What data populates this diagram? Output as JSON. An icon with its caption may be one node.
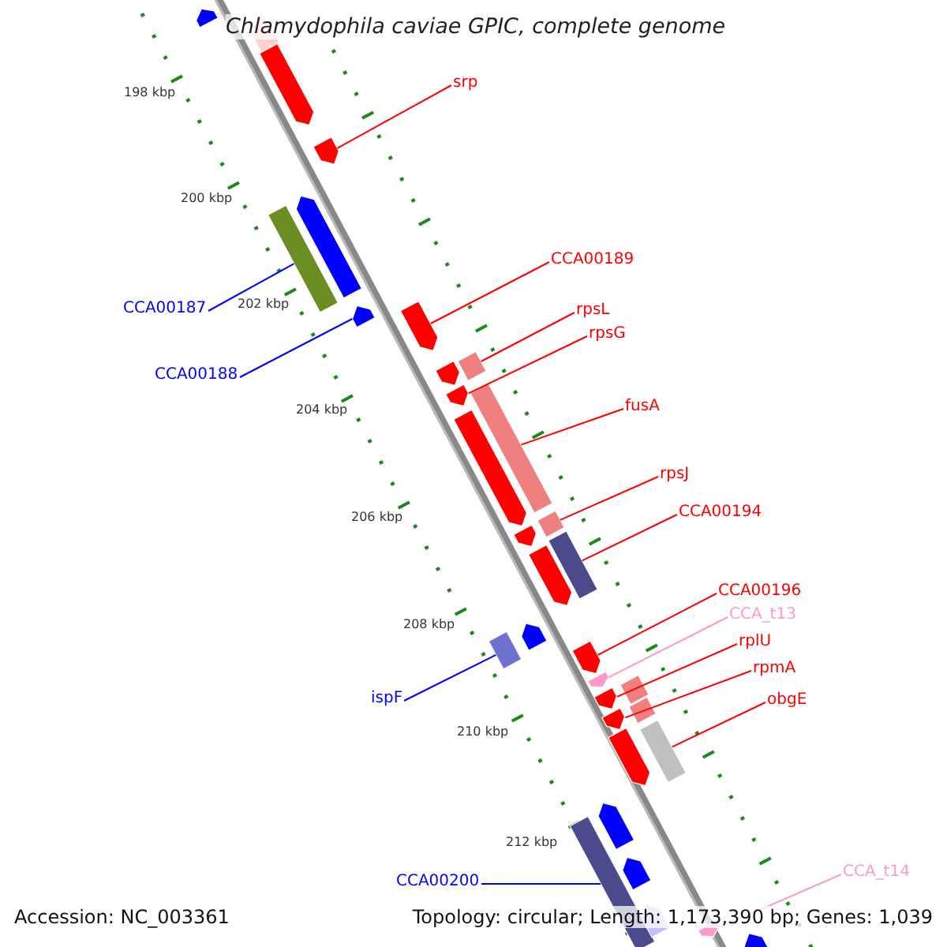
{
  "diagram": {
    "title": "Chlamydophila caviae GPIC, complete genome",
    "nodes": [
      {
        "text": [
          "srp"
        ]
      },
      {
        "text": [],
        "shape": "bar"
      },
      {
        "text": [
          "CCA00189"
        ]
      },
      {
        "text": [],
        "shape": "bar"
      },
      {
        "text": [
          "rpsL"
        ]
      },
      {
        "text": [],
        "shape": "bar"
      },
      {
        "text": [
          "rpsG"
        ]
      },
      {
        "text": [],
        "shape": "bar"
      },
      {
        "text": [
          "fusA"
        ]
      },
      {
        "text": [],
        "shape": "bar"
      },
      {
        "text": [
          "rpsJ"
        ]
      },
      {
        "text": [],
        "shape": "bar"
      },
      {
        "text": [
          "CCA00194"
        ]
      },
      {
        "text": [],
        "shape": "bar"
      },
      {
        "text": [
          "CCA00187"
        ]
      },
      {
        "text": [],
        "shape": "bar"
      },
      {
        "text": [
          "CCA00188"
        ]
      },
      {
        "text": [],
        "shape": "bar"
      },
      {
        "text": [
          "CCA00196"
        ]
      },
      {
        "text": [],
        "shape": "bar"
      },
      {
        "text": [
          "CCA_t13"
        ]
      },
      {
        "text": [],
        "shape": "bar"
      },
      {
        "text": [
          "rplU"
        ]
      },
      {
        "text": [],
        "shape": "bar"
      },
      {
        "text": [
          "rpmA"
        ]
      },
      {
        "text": [],
        "shape": "bar"
      },
      {
        "text": [
          "obgE"
        ]
      },
      {
        "text": [],
        "shape": "bar"
      },
      {
        "text": [
          "ispF"
        ]
      },
      {
        "text": [],
        "shape": "bar"
      },
      {
        "text": [
          "CCA00200"
        ]
      },
      {
        "text": [],
        "shape": "bar"
      },
      {
        "text": [
          "CCA_t14"
        ]
      },
      {
        "text": [],
        "shape": "bar"
      },
      {
        "text": [],
        "shape": "bar"
      },
      {
        "text": [],
        "shape": "bar"
      },
      {
        "text": [],
        "shape": "bar"
      },
      {
        "text": [],
        "shape": "bar"
      },
      {
        "text": [],
        "shape": "bar"
      },
      {
        "text": [],
        "shape": "bar"
      },
      {
        "text": [],
        "shape": "bar"
      },
      {
        "text": [],
        "shape": "bar"
      },
      {
        "text": [],
        "shape": "bar"
      },
      {
        "text": [],
        "shape": "bar"
      },
      {
        "text": [],
        "shape": "bar"
      },
      {
        "text": [],
        "shape": "bar"
      },
      {
        "text": [],
        "shape": "bar"
      },
      {
        "text": [],
        "shape": "bar"
      },
      {
        "text": [],
        "shape": "bar"
      },
      {
        "text": [],
        "shape": "bar"
      }
    ],
    "edges": [
      {
        "from": 0,
        "to": 1,
        "arrow": "none"
      },
      {
        "from": 2,
        "to": 3,
        "arrow": "none"
      },
      {
        "from": 4,
        "to": 5,
        "arrow": "none"
      },
      {
        "from": 6,
        "to": 7,
        "arrow": "none"
      },
      {
        "from": 8,
        "to": 9,
        "arrow": "none"
      },
      {
        "from": 10,
        "to": 11,
        "arrow": "none"
      },
      {
        "from": 12,
        "to": 13,
        "arrow": "none"
      },
      {
        "from": 14,
        "to": 15,
        "arrow": "none",
        "color": "#0000ff"
      },
      {
        "from": 16,
        "to": 17,
        "arrow": "none",
        "color": "#0000ff"
      },
      {
        "from": 18,
        "to": 19,
        "arrow": "none"
      },
      {
        "from": 20,
        "to": 21,
        "arrow": "none",
        "color": "#ff99cc"
      },
      {
        "from": 22,
        "to": 23,
        "arrow": "none"
      },
      {
        "from": 24,
        "to": 25,
        "arrow": "none"
      },
      {
        "from": 26,
        "to": 27,
        "arrow": "none"
      },
      {
        "from": 28,
        "to": 29,
        "arrow": "none",
        "color": "#0000ff"
      },
      {
        "from": 30,
        "to": 31,
        "arrow": "none",
        "color": "#0000ff"
      },
      {
        "from": 32,
        "to": 33,
        "arrow": "none",
        "color": "#ff99cc"
      }
    ],
    "labels": [
      "198 kbp",
      "200 kbp",
      "202 kbp",
      "204 kbp",
      "206 kbp",
      "208 kbp",
      "210 kbp",
      "212 kbp",
      "Accession: NC_003361",
      "Topology: circular; Length: 1,173,390 bp; Genes: 1,039"
    ]
  }
}
